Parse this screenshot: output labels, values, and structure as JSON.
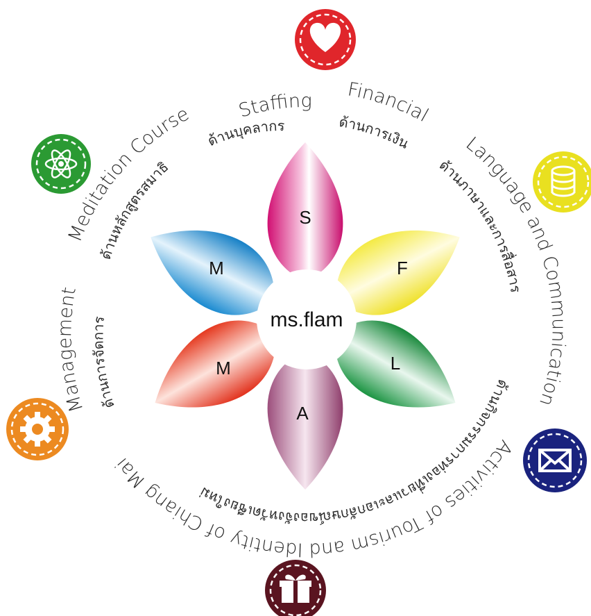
{
  "center": {
    "label": "ms.flam"
  },
  "petals": [
    {
      "letter": "S",
      "color": "#e6127f"
    },
    {
      "letter": "F",
      "color": "#f2ea3a"
    },
    {
      "letter": "L",
      "color": "#1f9a3e"
    },
    {
      "letter": "A",
      "color": "#9b4e79"
    },
    {
      "letter": "M",
      "color": "#e8402a"
    },
    {
      "letter": "M",
      "color": "#1c8fd6"
    }
  ],
  "labels": {
    "staffing_en": "Staffing",
    "staffing_th": "ด้านบุคลากร",
    "financial_en": "Financial",
    "financial_th": "ด้านการเงิน",
    "language_en": "Language and Communication",
    "language_th": "ด้านภาษาและการสื่อสาร",
    "activities_en": "Activities of Tourism and Identity of Chiang Mai",
    "activities_th": "ด้านกิจกรรมการท่องเที่ยวและเอกลักษณ์ของจังหวัดเชียงใหม่",
    "management_en": "Management",
    "management_th": "ด้านการจัดการ",
    "meditation_en": "Meditation Course",
    "meditation_th": "ด้านหลักสูตรสมาธิ"
  },
  "icons": [
    {
      "name": "heart-icon",
      "color": "#e0262b"
    },
    {
      "name": "coins-icon",
      "color": "#e9e020"
    },
    {
      "name": "envelope-icon",
      "color": "#1a237e"
    },
    {
      "name": "gift-icon",
      "color": "#5a1420"
    },
    {
      "name": "gear-icon",
      "color": "#ec8a21"
    },
    {
      "name": "atom-icon",
      "color": "#2b9a33"
    }
  ]
}
